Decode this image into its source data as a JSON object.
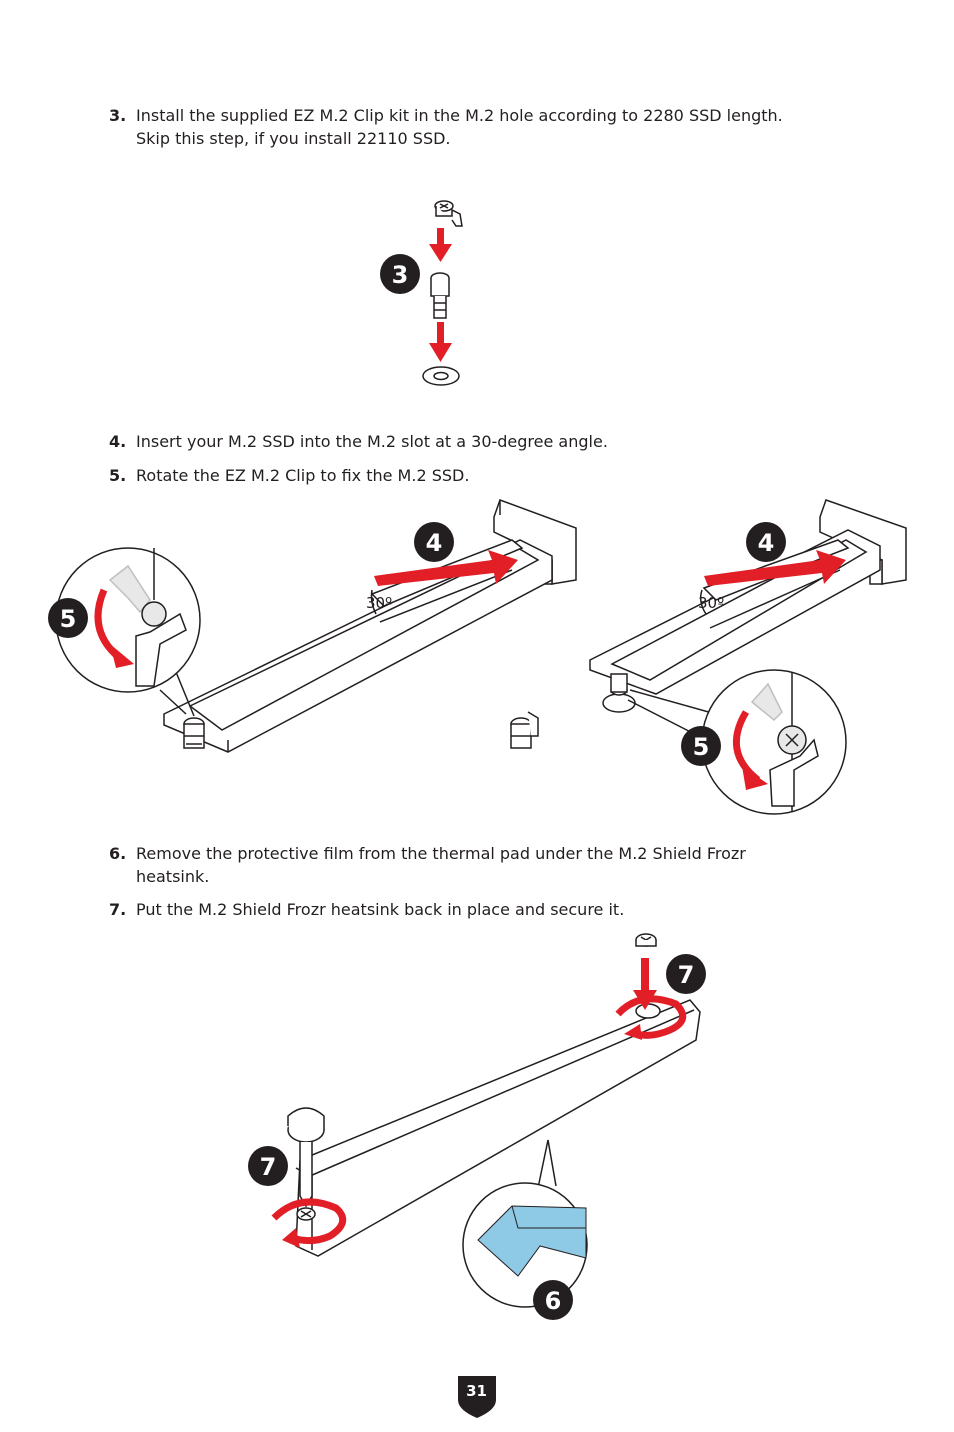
{
  "steps": [
    {
      "num": "3.",
      "lines": [
        "Install the supplied EZ M.2 Clip kit in the M.2 hole according to 2280 SSD length.",
        "Skip this step, if you install 22110 SSD."
      ]
    },
    {
      "num": "4.",
      "lines": [
        "Insert your M.2 SSD into the M.2 slot at a 30-degree angle."
      ]
    },
    {
      "num": "5.",
      "lines": [
        "Rotate the EZ M.2 Clip to fix the M.2 SSD."
      ]
    },
    {
      "num": "6.",
      "lines": [
        "Remove the protective film from the thermal pad under the M.2 Shield Frozr",
        "heatsink."
      ]
    },
    {
      "num": "7.",
      "lines": [
        "Put the M.2 Shield Frozr heatsink back in place and secure it."
      ]
    }
  ],
  "figure_badges": {
    "step3": "3",
    "step4": "4",
    "step5": "5",
    "step6": "6",
    "step7": "7"
  },
  "angle_label": "30º",
  "page_number": "31",
  "colors": {
    "accent_red": "#e21f26",
    "text": "#231f20",
    "thermal_pad": "#8ecae6",
    "badge": "#231f20"
  }
}
